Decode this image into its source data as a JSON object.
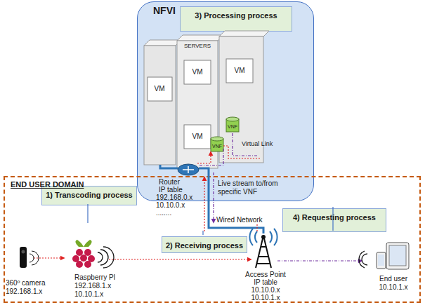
{
  "diagram": {
    "nodes": [
      {
        "text": [
          "NFVI"
        ]
      },
      {
        "text": [
          "3) Processing process"
        ],
        "in": 0
      },
      {
        "text": [
          "END USER DOMAIN"
        ]
      },
      {
        "text": [
          "1) Transcoding process"
        ],
        "in": 2
      },
      {
        "text": [
          "2) Receiving process"
        ],
        "in": 2
      },
      {
        "text": [
          "4) Requesting process"
        ],
        "in": 2
      }
    ],
    "labels": [
      "SERVERS",
      "VM",
      "VM",
      "VM",
      "VM",
      "VNF",
      "VNF",
      "Virtual Link",
      "Router",
      "IP table",
      "192.168.0.x",
      "10.10.0.x",
      "........",
      "Live stream to/from specific VNF",
      "Wired Network",
      "360º camera",
      "192.168.1.x",
      "Raspberry PI",
      "192.168.1.x",
      "10.10.1.x",
      "Access Point",
      "IP table",
      "10.10.0.x",
      "10.10.1.x",
      "End user",
      "10.10.1.x"
    ]
  }
}
